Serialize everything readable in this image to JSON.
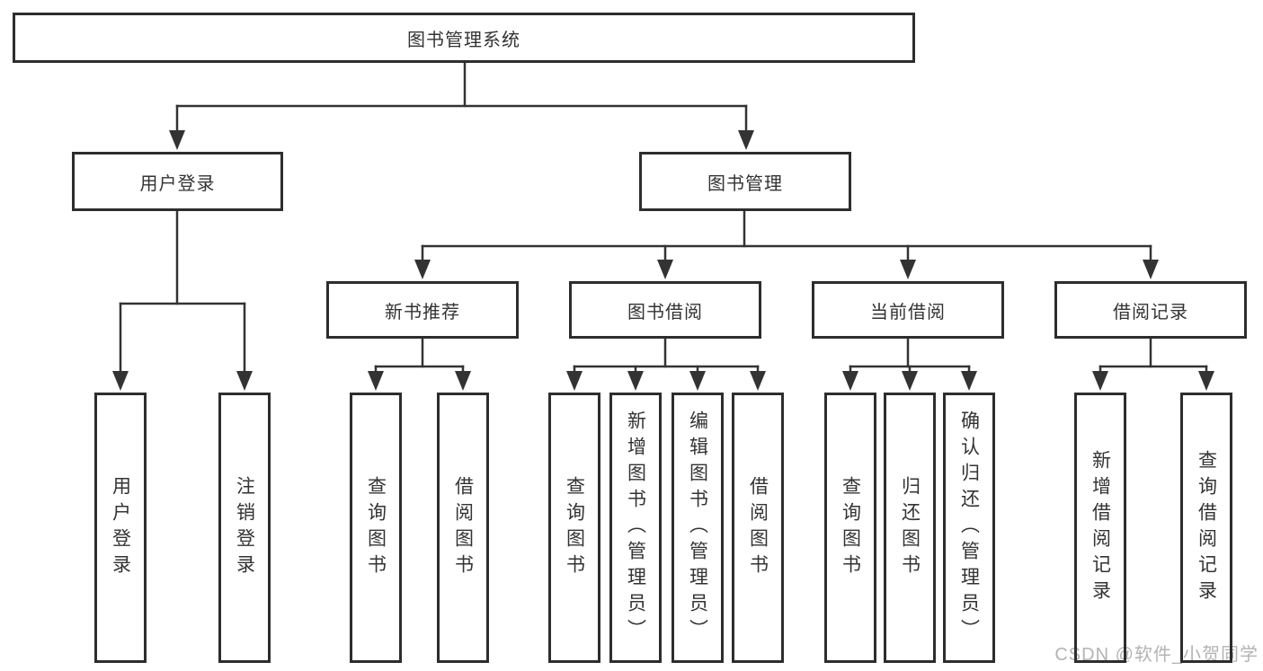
{
  "diagram": {
    "nodes": {
      "root": {
        "label": "图书管理系统"
      },
      "user_login": {
        "label": "用户登录"
      },
      "book_management": {
        "label": "图书管理"
      },
      "new_book_recommend": {
        "label": "新书推荐"
      },
      "book_borrow": {
        "label": "图书借阅"
      },
      "current_borrow": {
        "label": "当前借阅"
      },
      "borrow_record": {
        "label": "借阅记录"
      },
      "leaf_user_login": {
        "label": "用户登录"
      },
      "leaf_logout": {
        "label": "注销登录"
      },
      "leaf_rec_query_book": {
        "label": "查询图书"
      },
      "leaf_rec_borrow_book": {
        "label": "借阅图书"
      },
      "leaf_bb_query_book": {
        "label": "查询图书"
      },
      "leaf_bb_add_book": {
        "label": "新增图书（管理员）"
      },
      "leaf_bb_edit_book": {
        "label": "编辑图书（管理员）"
      },
      "leaf_bb_borrow_book": {
        "label": "借阅图书"
      },
      "leaf_cb_query_book": {
        "label": "查询图书"
      },
      "leaf_cb_return_book": {
        "label": "归还图书"
      },
      "leaf_cb_confirm_return": {
        "label": "确认归还（管理员）"
      },
      "leaf_br_add_record": {
        "label": "新增借阅记录"
      },
      "leaf_br_query_record": {
        "label": "查询借阅记录"
      }
    },
    "watermark": {
      "text": "CSDN @软件_小贺同学"
    },
    "colors": {
      "line": "#333333",
      "box_border": "#2d2d2d",
      "text": "#333333",
      "watermark": "#b3b3b3",
      "background": "#ffffff"
    }
  }
}
